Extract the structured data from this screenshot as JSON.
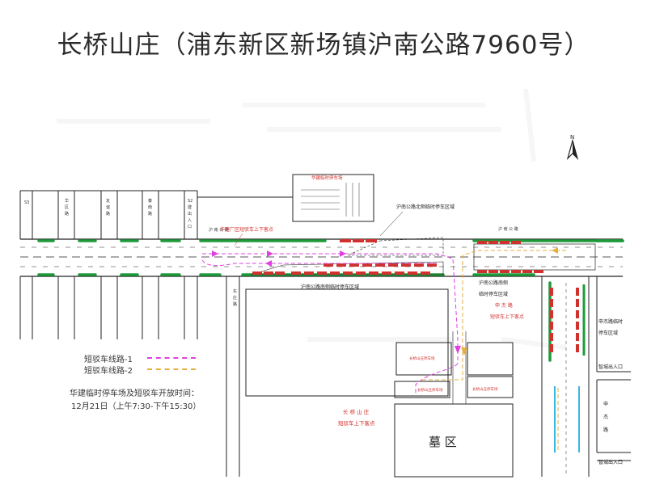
{
  "title": "长桥山庄（浦东新区新场镇沪南公路7960号）",
  "labels": {
    "huajian_lot": "华建临时停车场",
    "north_zone": "沪南公路北侧临时停车区域",
    "south_zone": "沪南公路南侧临时停车区域",
    "south_side_zone": "沪南公路南侧\n临时停车区域",
    "huajian_stop": "华建厂区短驳车上下客点",
    "hunan_road_left": "沪 南 公 路",
    "hunan_road_right": "沪 南 公 路",
    "shenjie_stop": "申 杰 路\n短驳车上下客点",
    "shenjie_zone": "申杰路临时\n停车区域",
    "zhicheng_exit_1": "智城出入口",
    "zhicheng_exit_2": "智城出入口",
    "shenjie_road": "申\n杰\n路",
    "changqiao_stop": "长 桥 山 庄\n短驳车上下客点",
    "cemetery": "墓 区",
    "road_s3": "S3",
    "north_arrow": "N"
  },
  "legend": {
    "route1": "短驳车线路-1",
    "route2": "短驳车线路-2",
    "route1_color": "#e040e0",
    "route2_color": "#e6b040"
  },
  "notice": {
    "line1": "华建临时停车场及短驳车开放时间：",
    "line2": "12月21日（上午7:30-下午15:30）"
  },
  "colors": {
    "green": "#1f9a3a",
    "red": "#d0312d",
    "road": "#222222",
    "route1": "#e040e0",
    "route2": "#e6b040",
    "cyan": "#3cb6e0"
  }
}
